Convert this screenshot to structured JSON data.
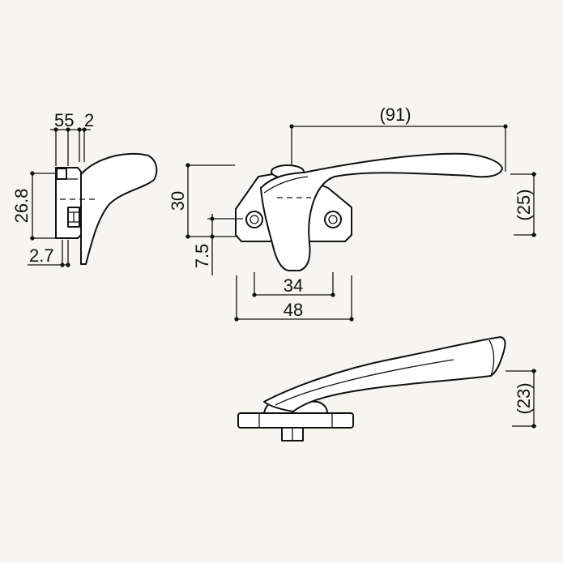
{
  "dimensions": {
    "side_top_a": "55",
    "side_top_b": "2",
    "side_height": "26.8",
    "side_base": "2.7",
    "front_overall_width": "(91)",
    "front_height": "30",
    "front_offset": "7.5",
    "front_height_right": "(25)",
    "front_hole_spacing": "34",
    "front_base_width": "48",
    "bottom_height": "(23)"
  },
  "colors": {
    "line": "#111111",
    "background": "#f7f5f2"
  }
}
